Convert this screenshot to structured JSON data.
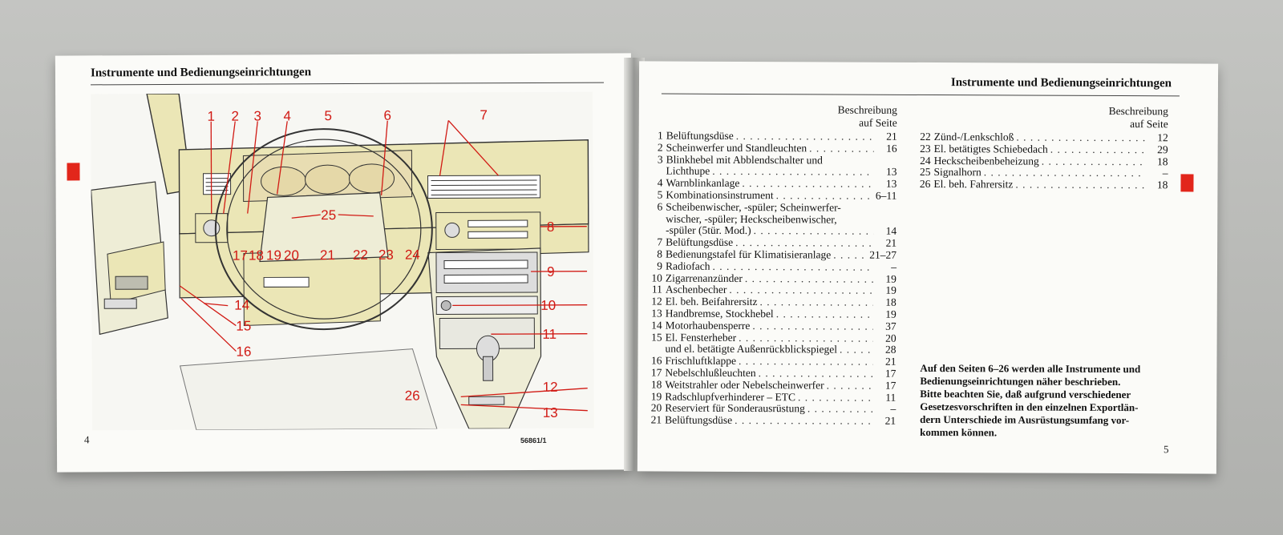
{
  "header": {
    "left_title": "Instrumente und Bedienungseinrichtungen",
    "right_title": "Instrumente und Bedienungseinrichtungen"
  },
  "left_page": {
    "page_number": "4",
    "figure_code": "56861/1"
  },
  "right_page": {
    "page_number": "5"
  },
  "illustration": {
    "callouts": [
      "1",
      "2",
      "3",
      "4",
      "5",
      "6",
      "7",
      "8",
      "9",
      "10",
      "11",
      "12",
      "13",
      "14",
      "15",
      "16",
      "17",
      "18",
      "19",
      "20",
      "21",
      "22",
      "23",
      "24",
      "25",
      "26"
    ]
  },
  "toc": {
    "column_header": [
      "Beschreibung",
      "auf Seite"
    ],
    "left_column": [
      {
        "num": "1",
        "label": "Belüftungsdüse",
        "page": "21"
      },
      {
        "num": "2",
        "label": "Scheinwerfer und Standleuchten",
        "page": "16"
      },
      {
        "num": "3",
        "label": "Blinkhebel mit Abblendschalter und",
        "page": ""
      },
      {
        "num": "",
        "label": "Lichthupe",
        "page": "13"
      },
      {
        "num": "4",
        "label": "Warnblinkanlage",
        "page": "13"
      },
      {
        "num": "5",
        "label": "Kombinationsinstrument",
        "page": "6–11"
      },
      {
        "num": "6",
        "label": "Scheibenwischer, -spüler; Scheinwerfer-",
        "page": ""
      },
      {
        "num": "",
        "label": "wischer, -spüler; Heckscheibenwischer,",
        "page": ""
      },
      {
        "num": "",
        "label": "-spüler (5tür. Mod.)",
        "page": "14"
      },
      {
        "num": "7",
        "label": "Belüftungsdüse",
        "page": "21"
      },
      {
        "num": "8",
        "label": "Bedienungstafel für Klimatisieranlage",
        "page": "21–27"
      },
      {
        "num": "9",
        "label": "Radiofach",
        "page": "–"
      },
      {
        "num": "10",
        "label": "Zigarrenanzünder",
        "page": "19"
      },
      {
        "num": "11",
        "label": "Aschenbecher",
        "page": "19"
      },
      {
        "num": "12",
        "label": "El. beh. Beifahrersitz",
        "page": "18"
      },
      {
        "num": "13",
        "label": "Handbremse, Stockhebel",
        "page": "19"
      },
      {
        "num": "14",
        "label": "Motorhaubensperre",
        "page": "37"
      },
      {
        "num": "15",
        "label": "El. Fensterheber",
        "page": "20"
      },
      {
        "num": "",
        "label": "und el. betätigte Außenrückblickspiegel",
        "page": "28"
      },
      {
        "num": "16",
        "label": "Frischluftklappe",
        "page": "21"
      },
      {
        "num": "17",
        "label": "Nebelschlußleuchten",
        "page": "17"
      },
      {
        "num": "18",
        "label": "Weitstrahler oder Nebelscheinwerfer",
        "page": "17"
      },
      {
        "num": "19",
        "label": "Radschlupfverhinderer – ETC",
        "page": "11"
      },
      {
        "num": "20",
        "label": "Reserviert für Sonderausrüstung",
        "page": "–"
      },
      {
        "num": "21",
        "label": "Belüftungsdüse",
        "page": "21"
      }
    ],
    "right_column": [
      {
        "num": "22",
        "label": "Zünd-/Lenkschloß",
        "page": "12"
      },
      {
        "num": "23",
        "label": "El. betätigtes Schiebedach",
        "page": "29"
      },
      {
        "num": "24",
        "label": "Heckscheibenbeheizung",
        "page": "18"
      },
      {
        "num": "25",
        "label": "Signalhorn",
        "page": "–"
      },
      {
        "num": "26",
        "label": "El. beh. Fahrersitz",
        "page": "18"
      }
    ]
  },
  "note": [
    "Auf den Seiten 6–26 werden alle Instrumente und",
    "Bedienungseinrichtungen näher beschrieben.",
    "Bitte beachten Sie, daß aufgrund verschiedener",
    "Gesetzesvorschriften in den einzelnen Exportlän-",
    "dern Unterschiede im Ausrüstungsumfang vor-",
    "kommen können."
  ],
  "colors": {
    "accent_red": "#e2261b",
    "callout_red": "#d11a14",
    "dash_yellow": "#ebe6b6"
  }
}
